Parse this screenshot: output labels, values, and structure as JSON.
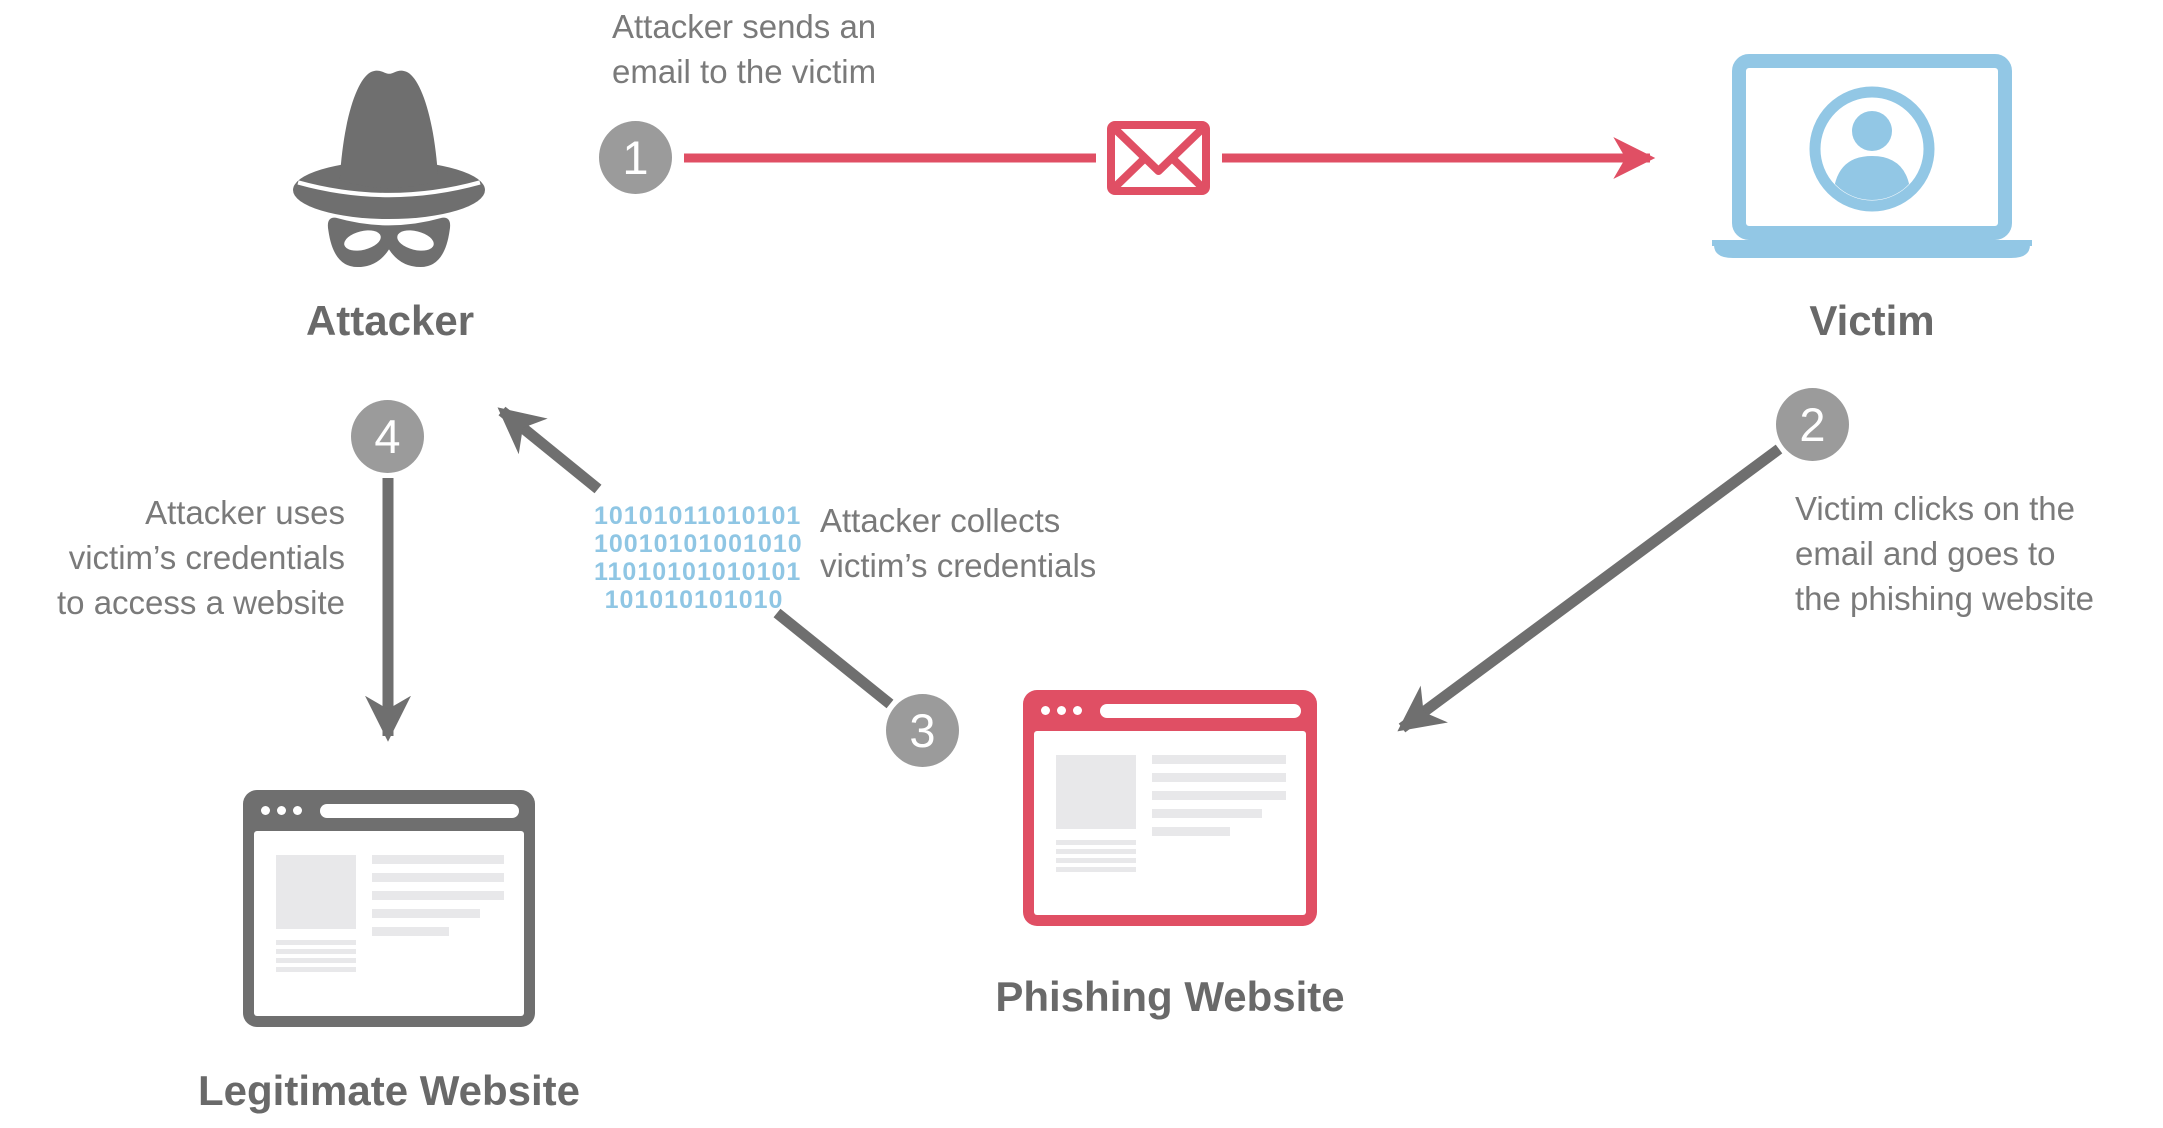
{
  "colors": {
    "accent_red": "#E04F64",
    "accent_blue": "#8FC6E4",
    "badge_gray": "#9B9B9B",
    "icon_gray": "#6F6F6F",
    "arrow_gray": "#6F6F6F",
    "step_text_gray": "#7A7A7A",
    "label_gray": "#696969",
    "placeholder_gray": "#E8E8EA"
  },
  "nodes": {
    "attacker": {
      "label": "Attacker",
      "icon": "spy-hat-mask-icon"
    },
    "victim": {
      "label": "Victim",
      "icon": "laptop-user-icon"
    },
    "phishing_website": {
      "label": "Phishing Website",
      "icon": "browser-window-icon"
    },
    "legitimate_website": {
      "label": "Legitimate Website",
      "icon": "browser-window-icon"
    }
  },
  "steps": [
    {
      "number": "1",
      "lines": [
        "Attacker sends an",
        "email to the victim"
      ]
    },
    {
      "number": "2",
      "lines": [
        "Victim clicks on the",
        "email and goes to",
        "the phishing website"
      ]
    },
    {
      "number": "3",
      "lines": [
        "Attacker collects",
        "victim’s credentials"
      ]
    },
    {
      "number": "4",
      "lines": [
        "Attacker uses",
        "victim’s credentials",
        "to access a website"
      ]
    }
  ],
  "binary_code": [
    "10101011010101",
    "10010101001010",
    "11010101010101",
    "101010101010"
  ]
}
